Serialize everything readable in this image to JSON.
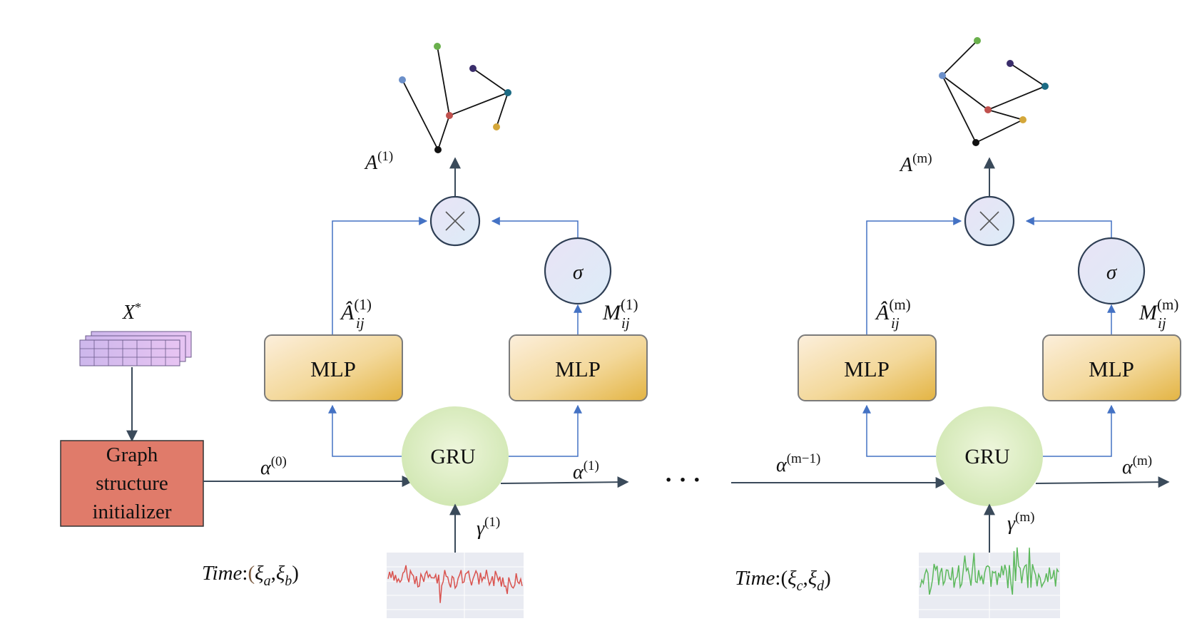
{
  "colors": {
    "arrow_dark": "#3a4a5a",
    "arrow_blue": "#4472c4",
    "initializer_fill": "#e07b6a",
    "mlp_fill_light": "#fbecd3",
    "mlp_fill_dark": "#e6b84a",
    "gru_fill": "#d9edbd",
    "circle_fill": "#e6e2f5",
    "signal_red": "#d9534f",
    "signal_green": "#5cb85c",
    "node_green": "#6ab04c",
    "node_blue": "#6b8fc9",
    "node_navy": "#3a2d6b",
    "node_teal": "#1c6b84",
    "node_red": "#c0504d",
    "node_yellow": "#d4a73a",
    "node_black": "#111111"
  },
  "input": {
    "symbol": "X",
    "superscript": "*"
  },
  "initializer": {
    "line1": "Graph",
    "line2": "structure",
    "line3": "initializer"
  },
  "alpha0": {
    "symbol": "α",
    "sup": "(0)"
  },
  "dots": "· · ·",
  "blocks": [
    {
      "gru_label": "GRU",
      "mlp_left_label": "MLP",
      "mlp_right_label": "MLP",
      "sigma_label": "σ",
      "multiply_label": "×",
      "a_hat": {
        "symbol": "Â",
        "sub": "ij",
        "sup": "(1)"
      },
      "m": {
        "symbol": "M",
        "sub": "ij",
        "sup": "(1)"
      },
      "a_out": {
        "symbol": "A",
        "sup": "(1)"
      },
      "alpha_in": {
        "symbol": "α",
        "sup": "(0)"
      },
      "alpha_out": {
        "symbol": "α",
        "sup": "(1)"
      },
      "gamma": {
        "symbol": "γ",
        "sup": "(1)"
      },
      "time": {
        "prefix": "Time",
        "colon": ":",
        "open": "(",
        "xi1": "ξ",
        "sub1": "a",
        "sep": ",",
        "xi2": "ξ",
        "sub2": "b",
        "close": ")"
      }
    },
    {
      "gru_label": "GRU",
      "mlp_left_label": "MLP",
      "mlp_right_label": "MLP",
      "sigma_label": "σ",
      "multiply_label": "×",
      "a_hat": {
        "symbol": "Â",
        "sub": "ij",
        "sup": "(m)"
      },
      "m": {
        "symbol": "M",
        "sub": "ij",
        "sup": "(m)"
      },
      "a_out": {
        "symbol": "A",
        "sup": "(m)"
      },
      "alpha_in": {
        "symbol": "α",
        "sup": "(m−1)"
      },
      "alpha_out": {
        "symbol": "α",
        "sup": "(m)"
      },
      "gamma": {
        "symbol": "γ",
        "sup": "(m)"
      },
      "time": {
        "prefix": "Time",
        "colon": ":",
        "open": "(",
        "xi1": "ξ",
        "sub1": "c",
        "sep": ",",
        "xi2": "ξ",
        "sub2": "d",
        "close": ")"
      }
    }
  ]
}
